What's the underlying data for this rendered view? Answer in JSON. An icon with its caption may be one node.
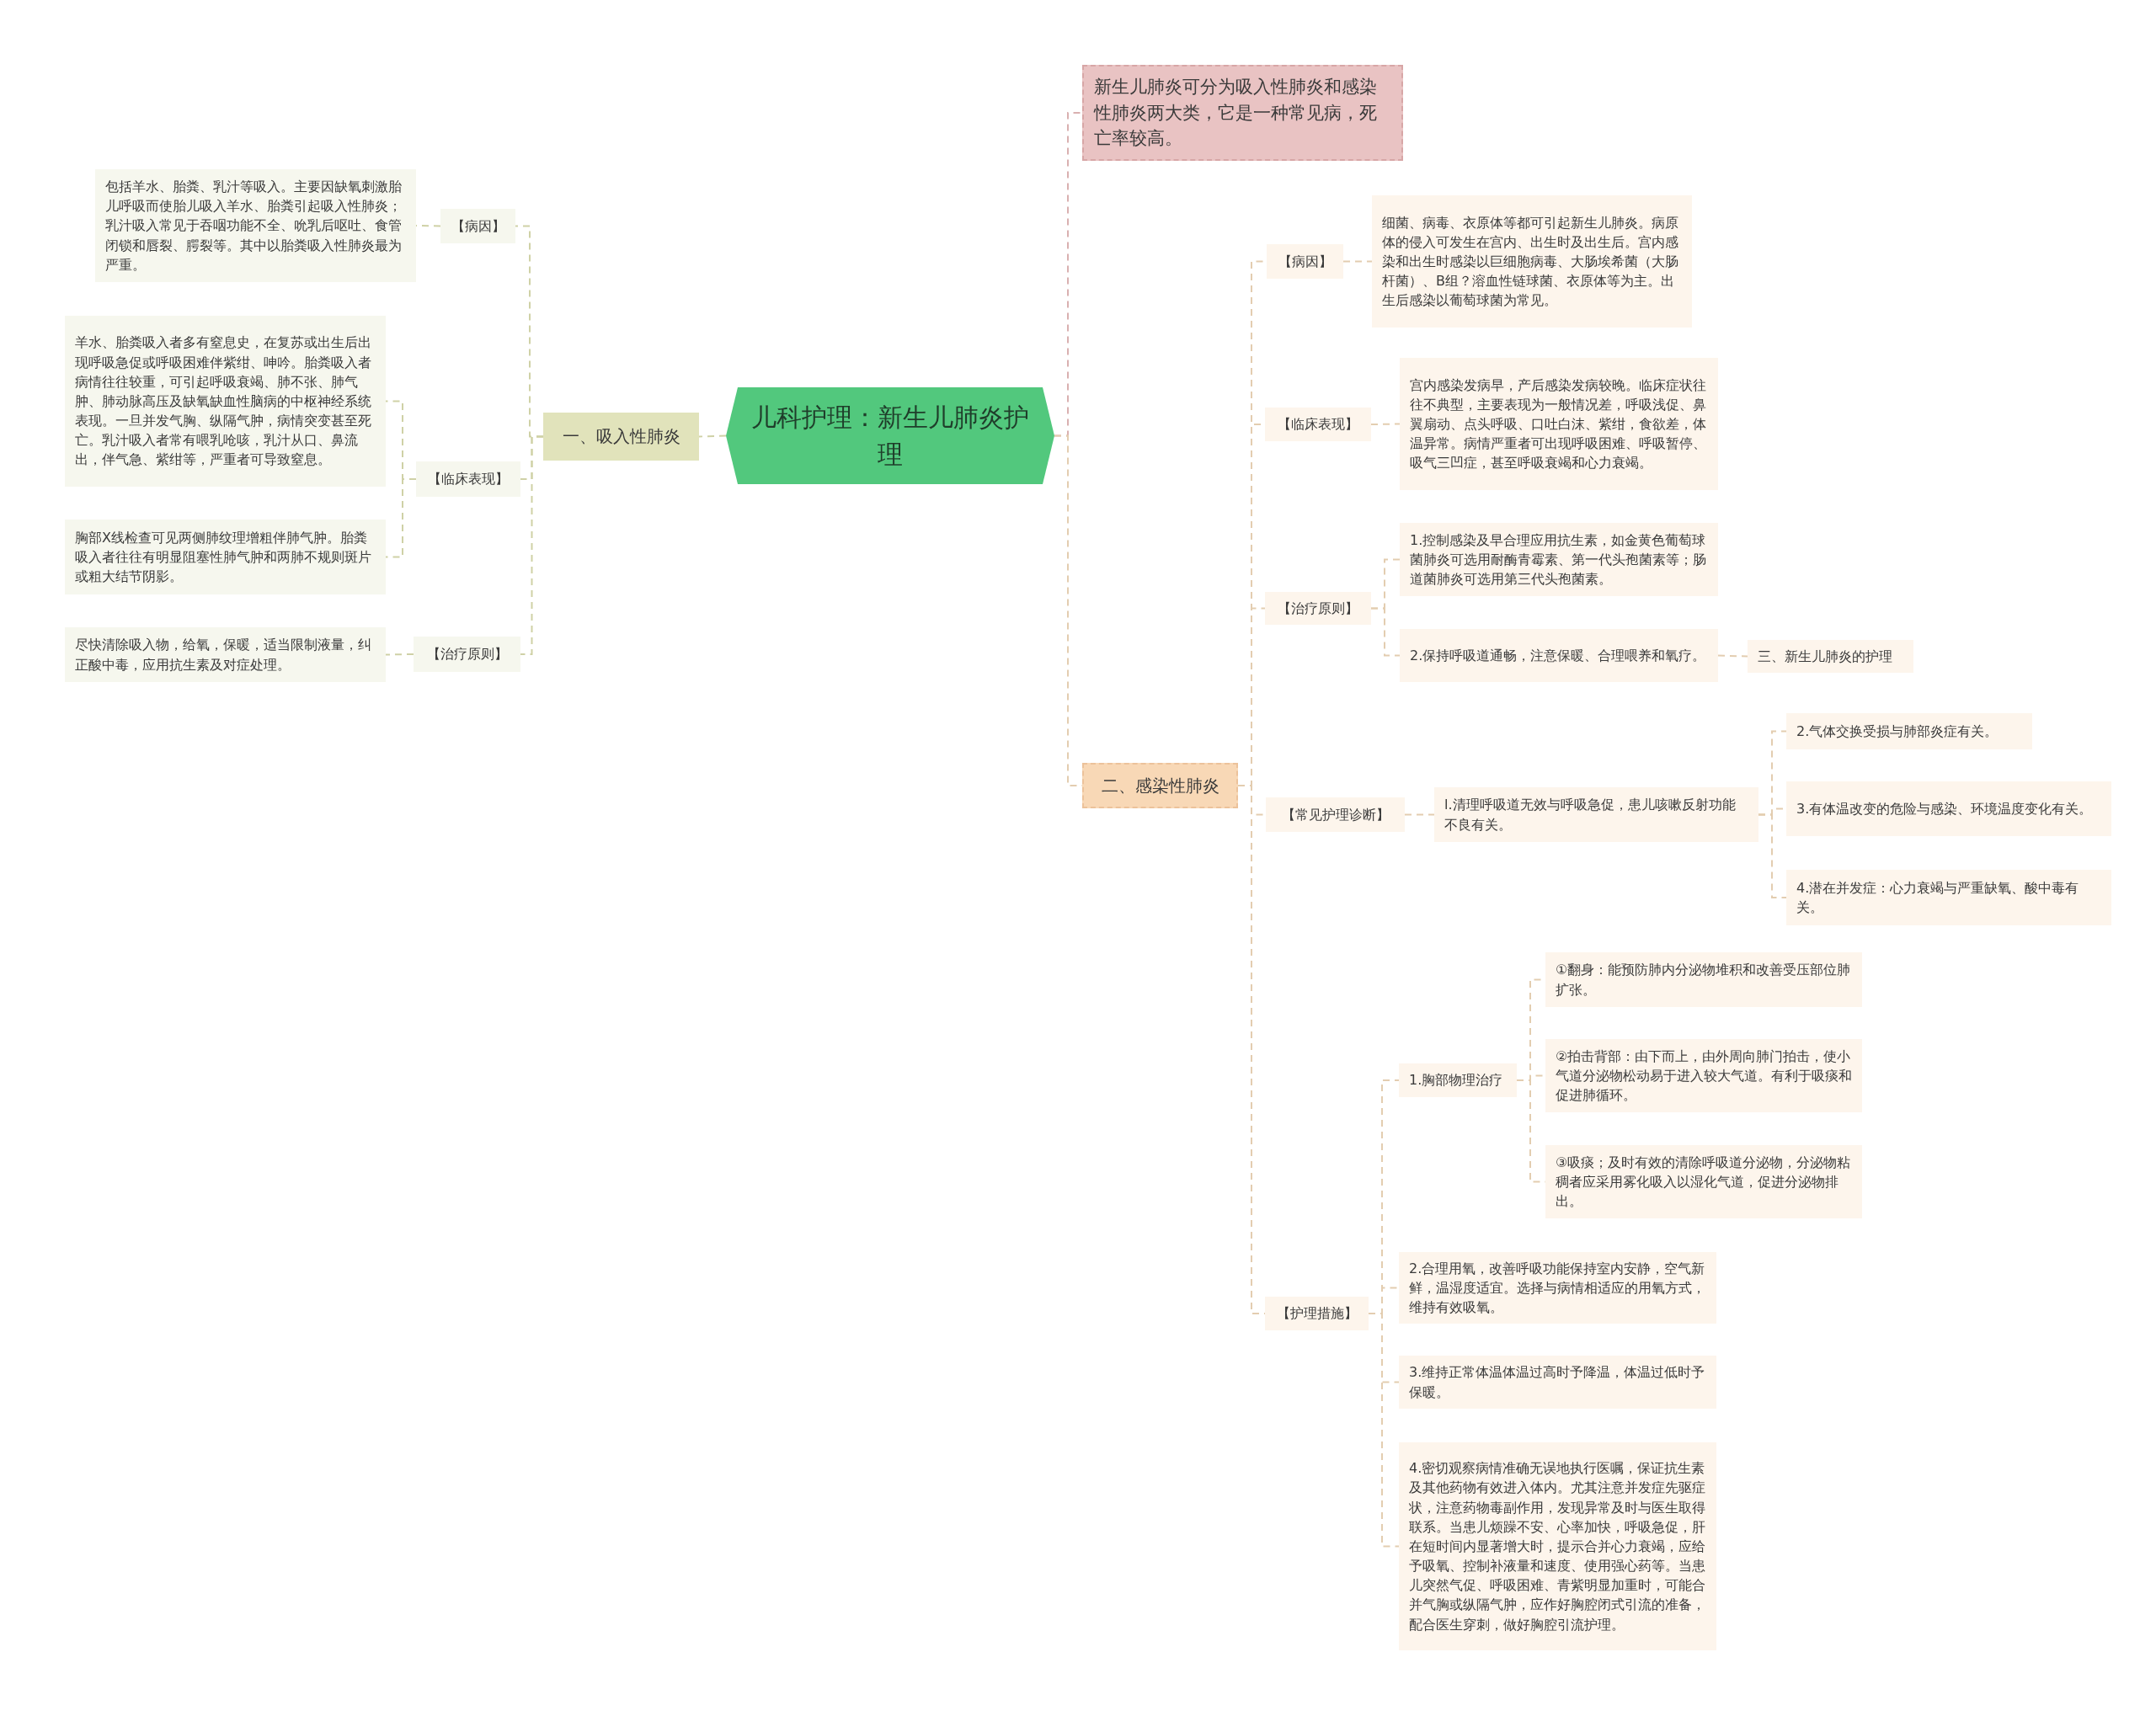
{
  "diagram": {
    "nodes": [
      {
        "text": [
          "儿科护理：新生儿肺炎护理"
        ]
      },
      {
        "text": [
          "新生儿肺炎可分为吸入性肺炎和感染性肺炎两大类，它是一种常见病，死亡率较高。"
        ]
      },
      {
        "text": [
          "一、吸入性肺炎"
        ]
      },
      {
        "text": [
          "【病因】"
        ]
      },
      {
        "text": [
          "包括羊水、胎粪、乳汁等吸入。主要因缺氧刺激胎儿呼吸而使胎儿吸入羊水、胎粪引起吸入性肺炎；乳汁吸入常见于吞咽功能不全、吮乳后呕吐、食管闭锁和唇裂、腭裂等。其中以胎粪吸入性肺炎最为严重。"
        ]
      },
      {
        "text": [
          "【临床表现】"
        ]
      },
      {
        "text": [
          "羊水、胎粪吸入者多有窒息史，在复苏或出生后出现呼吸急促或呼吸困难伴紫绀、呻吟。胎粪吸入者病情往往较重，可引起呼吸衰竭、肺不张、肺气肿、肺动脉高压及缺氧缺血性脑病的中枢神经系统表现。一旦并发气胸、纵隔气肿，病情突变甚至死亡。乳汁吸入者常有喂乳呛咳，乳汁从口、鼻流出，伴气急、紫绀等，严重者可导致窒息。"
        ]
      },
      {
        "text": [
          "胸部X线检查可见两侧肺纹理增粗伴肺气肿。胎粪吸入者往往有明显阻塞性肺气肿和两肺不规则斑片或粗大结节阴影。"
        ]
      },
      {
        "text": [
          "【治疗原则】"
        ]
      },
      {
        "text": [
          "尽快清除吸入物，给氧，保暖，适当限制液量，纠正酸中毒，应用抗生素及对症处理。"
        ]
      },
      {
        "text": [
          "二、感染性肺炎"
        ]
      },
      {
        "text": [
          "【病因】"
        ]
      },
      {
        "text": [
          "细菌、病毒、衣原体等都可引起新生儿肺炎。病原体的侵入可发生在宫内、出生时及出生后。宫内感染和出生时感染以巨细胞病毒、大肠埃希菌（大肠杆菌）、B组？溶血性链球菌、衣原体等为主。出生后感染以葡萄球菌为常见。"
        ]
      },
      {
        "text": [
          "【临床表现】"
        ]
      },
      {
        "text": [
          "宫内感染发病早，产后感染发病较晚。临床症状往往不典型，主要表现为一般情况差，呼吸浅促、鼻翼扇动、点头呼吸、口吐白沫、紫绀，食欲差，体温异常。病情严重者可出现呼吸困难、呼吸暂停、吸气三凹症，甚至呼吸衰竭和心力衰竭。"
        ]
      },
      {
        "text": [
          "【治疗原则】"
        ]
      },
      {
        "text": [
          "1.控制感染及早合理应用抗生素，如金黄色葡萄球菌肺炎可选用耐酶青霉素、第一代头孢菌素等；肠道菌肺炎可选用第三代头孢菌素。"
        ]
      },
      {
        "text": [
          "2.保持呼吸道通畅，注意保暖、合理喂养和氧疗。"
        ]
      },
      {
        "text": [
          "三、新生儿肺炎的护理"
        ]
      },
      {
        "text": [
          "【常见护理诊断】"
        ]
      },
      {
        "text": [
          "l.清理呼吸道无效与呼吸急促，患儿咳嗽反射功能不良有关。"
        ]
      },
      {
        "text": [
          "2.气体交换受损与肺部炎症有关。"
        ]
      },
      {
        "text": [
          "3.有体温改变的危险与感染、环境温度变化有关。"
        ]
      },
      {
        "text": [
          "4.潜在并发症：心力衰竭与严重缺氧、酸中毒有关。"
        ]
      },
      {
        "text": [
          "【护理措施】"
        ]
      },
      {
        "text": [
          "1.胸部物理治疗"
        ]
      },
      {
        "text": [
          "①翻身：能预防肺内分泌物堆积和改善受压部位肺扩张。"
        ]
      },
      {
        "text": [
          "②拍击背部：由下而上，由外周向肺门拍击，使小气道分泌物松动易于进入较大气道。有利于吸痰和促进肺循环。"
        ]
      },
      {
        "text": [
          "③吸痰；及时有效的清除呼吸道分泌物，分泌物粘稠者应采用雾化吸入以湿化气道，促进分泌物排出。"
        ]
      },
      {
        "text": [
          "2.合理用氧，改善呼吸功能保持室内安静，空气新鲜，温湿度适宜。选择与病情相适应的用氧方式，维持有效吸氧。"
        ]
      },
      {
        "text": [
          "3.维持正常体温体温过高时予降温，体温过低时予保暖。"
        ]
      },
      {
        "text": [
          "4.密切观察病情准确无误地执行医嘱，保证抗生素及其他药物有效进入体内。尤其注意并发症先驱症状，注意药物毒副作用，发现异常及时与医生取得联系。当患儿烦躁不安、心率加快，呼吸急促，肝在短时间内显著增大时，提示合并心力衰竭，应给予吸氧、控制补液量和速度、使用强心药等。当患儿突然气促、呼吸困难、青紫明显加重时，可能合并气胸或纵隔气肿，应作好胸腔闭式引流的准备，配合医生穿刺，做好胸腔引流护理。"
        ]
      }
    ],
    "edges": [
      {
        "from": 0,
        "to": 1,
        "arrow": "none"
      },
      {
        "from": 0,
        "to": 2,
        "arrow": "none"
      },
      {
        "from": 2,
        "to": 3,
        "arrow": "none"
      },
      {
        "from": 3,
        "to": 4,
        "arrow": "none"
      },
      {
        "from": 2,
        "to": 5,
        "arrow": "none"
      },
      {
        "from": 5,
        "to": 6,
        "arrow": "none"
      },
      {
        "from": 5,
        "to": 7,
        "arrow": "none"
      },
      {
        "from": 2,
        "to": 8,
        "arrow": "none"
      },
      {
        "from": 8,
        "to": 9,
        "arrow": "none"
      },
      {
        "from": 0,
        "to": 10,
        "arrow": "none"
      },
      {
        "from": 10,
        "to": 11,
        "arrow": "none"
      },
      {
        "from": 11,
        "to": 12,
        "arrow": "none"
      },
      {
        "from": 10,
        "to": 13,
        "arrow": "none"
      },
      {
        "from": 13,
        "to": 14,
        "arrow": "none"
      },
      {
        "from": 10,
        "to": 15,
        "arrow": "none"
      },
      {
        "from": 15,
        "to": 16,
        "arrow": "none"
      },
      {
        "from": 15,
        "to": 17,
        "arrow": "none"
      },
      {
        "from": 17,
        "to": 18,
        "arrow": "none"
      },
      {
        "from": 10,
        "to": 19,
        "arrow": "none"
      },
      {
        "from": 19,
        "to": 20,
        "arrow": "none"
      },
      {
        "from": 20,
        "to": 21,
        "arrow": "none"
      },
      {
        "from": 20,
        "to": 22,
        "arrow": "none"
      },
      {
        "from": 20,
        "to": 23,
        "arrow": "none"
      },
      {
        "from": 10,
        "to": 24,
        "arrow": "none"
      },
      {
        "from": 24,
        "to": 25,
        "arrow": "none"
      },
      {
        "from": 25,
        "to": 26,
        "arrow": "none"
      },
      {
        "from": 25,
        "to": 27,
        "arrow": "none"
      },
      {
        "from": 25,
        "to": 28,
        "arrow": "none"
      },
      {
        "from": 24,
        "to": 29,
        "arrow": "none"
      },
      {
        "from": 24,
        "to": 30,
        "arrow": "none"
      },
      {
        "from": 24,
        "to": 31,
        "arrow": "none"
      }
    ]
  }
}
